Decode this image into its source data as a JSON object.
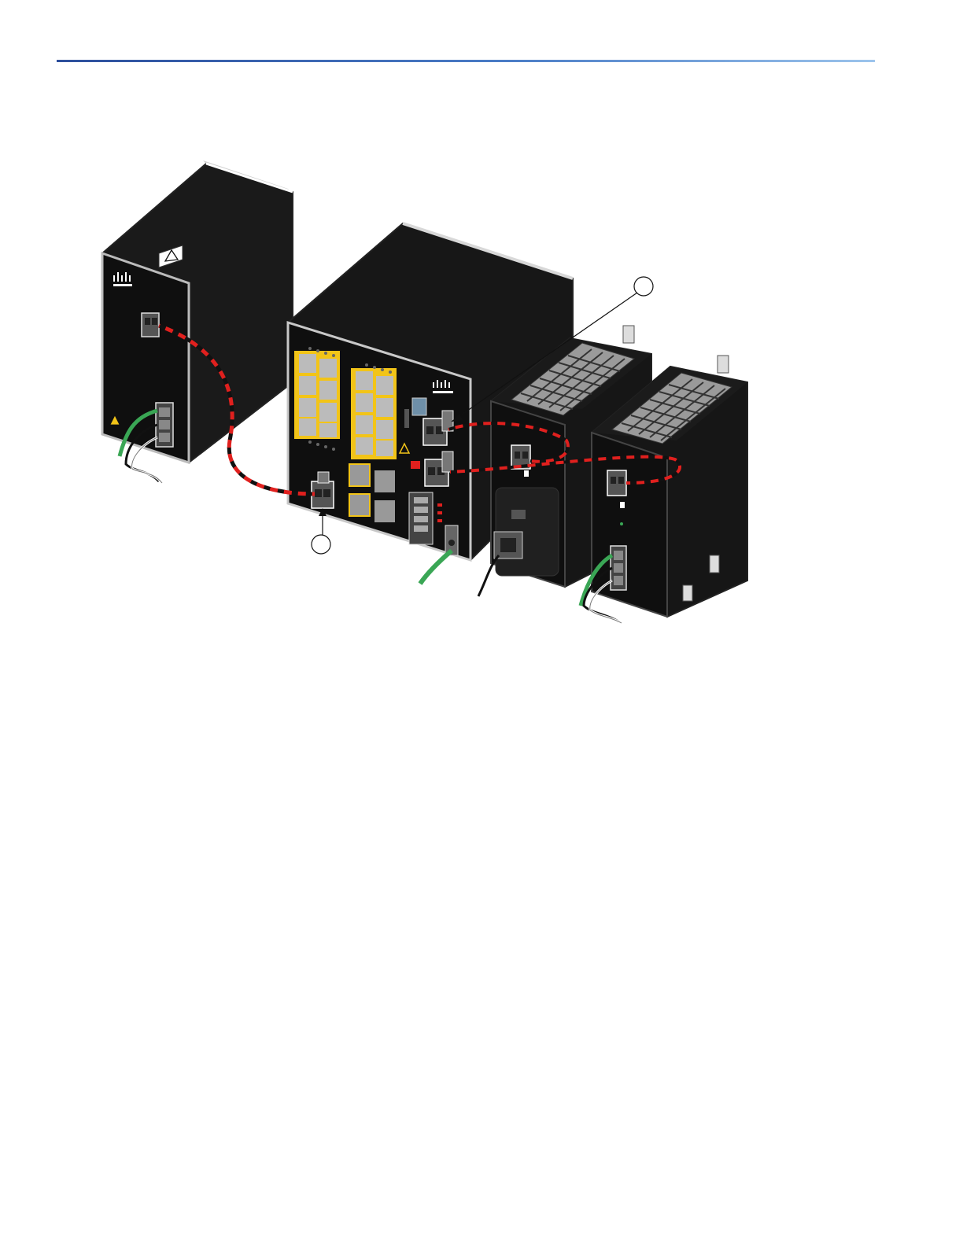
{
  "page": {
    "background": "#ffffff",
    "header_rule_colors": [
      "#2d4f9c",
      "#9cc4ec"
    ]
  },
  "figure": {
    "callouts": [
      "",
      ""
    ],
    "devices": [
      "power-supply-left",
      "industrial-switch",
      "ac-power-supply-middle",
      "power-supply-right"
    ],
    "brand_mark": "cisco-logo-icon",
    "cable_colors": {
      "power_cable_red": "#e0201e",
      "power_cable_black": "#111111",
      "ground_wire_green": "#3aa655",
      "port_accent_yellow": "#f2c418"
    }
  }
}
